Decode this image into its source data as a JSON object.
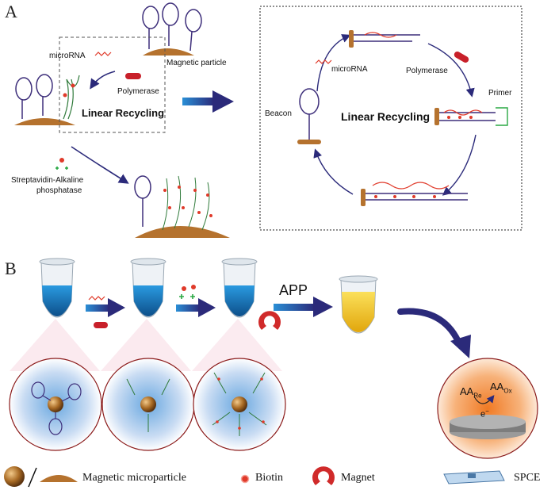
{
  "panel_a": {
    "letter": "A",
    "magnetic_particle": "Magnetic particle",
    "microrna": "microRNA",
    "polymerase": "Polymerase",
    "linear_recycling": "Linear   Recycling",
    "streptavidin": "Streptavidin-Alkaline",
    "phosphatase": "phosphatase",
    "inset": {
      "microrna": "microRNA",
      "polymerase": "Polymerase",
      "primer": "Primer",
      "beacon": "Beacon",
      "linear_recycling": "Linear   Recycling"
    }
  },
  "panel_b": {
    "letter": "B",
    "app": "APP",
    "aa_re_main": "AA",
    "aa_re_sub": "Re",
    "aa_ox_main": "AA",
    "aa_ox_sub": "Ox",
    "electron": "e",
    "electron_sup": "−"
  },
  "legend": {
    "magnetic_microparticle": "Magnetic microparticle",
    "biotin": "Biotin",
    "magnet": "Magnet",
    "spce": "SPCE"
  },
  "colors": {
    "particle_brown": "#b5722e",
    "arrow_navy": "#2b2a7a",
    "beacon_purple": "#3d2e7a",
    "biotin_red": "#e03a2a",
    "tube_blue": "#1d7fc8",
    "tube_yellow": "#f2c21a",
    "glow_orange": "#f28a3a"
  }
}
